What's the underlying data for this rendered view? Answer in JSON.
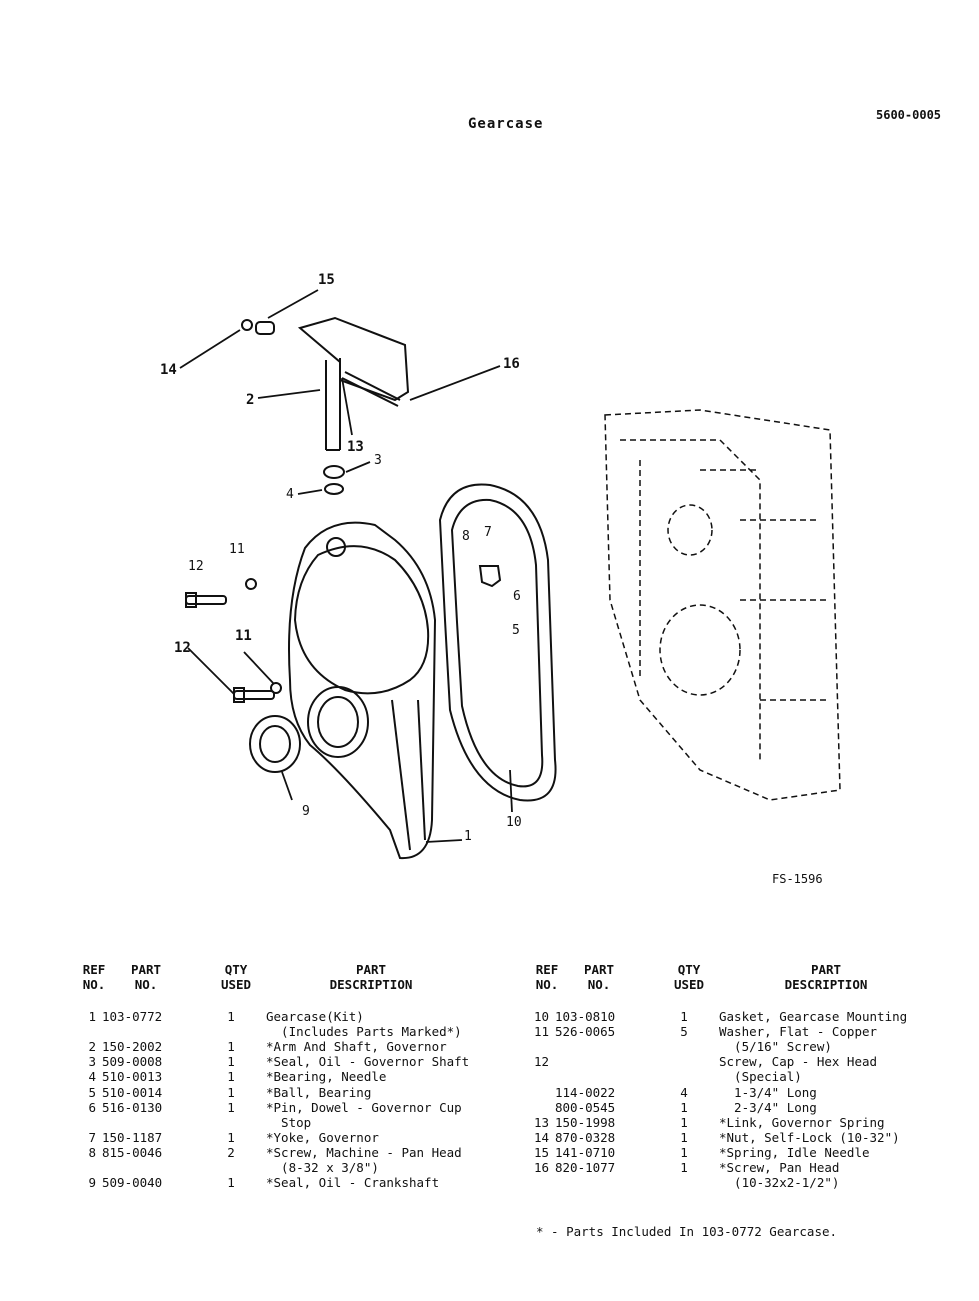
{
  "header": {
    "title": "Gearcase",
    "doc_number": "5600-0005"
  },
  "figure": {
    "number": "FS-1596",
    "callouts": [
      "15",
      "14",
      "2",
      "16",
      "13",
      "3",
      "4",
      "8",
      "7",
      "12",
      "11",
      "6",
      "5",
      "12",
      "11",
      "9",
      "10",
      "1"
    ]
  },
  "table_headers": {
    "ref": [
      "REF",
      "NO."
    ],
    "part": [
      "PART",
      "NO."
    ],
    "qty": [
      "QTY",
      "USED"
    ],
    "desc": [
      "PART",
      "DESCRIPTION"
    ]
  },
  "left_rows": [
    {
      "ref": "1",
      "part": "103-0772",
      "qty": "1",
      "desc": "Gearcase(Kit)"
    },
    {
      "ref": "",
      "part": "",
      "qty": "",
      "desc": "  (Includes Parts Marked*)"
    },
    {
      "ref": "2",
      "part": "150-2002",
      "qty": "1",
      "desc": "*Arm And Shaft, Governor"
    },
    {
      "ref": "3",
      "part": "509-0008",
      "qty": "1",
      "desc": "*Seal, Oil - Governor Shaft"
    },
    {
      "ref": "4",
      "part": "510-0013",
      "qty": "1",
      "desc": "*Bearing, Needle"
    },
    {
      "ref": "5",
      "part": "510-0014",
      "qty": "1",
      "desc": "*Ball, Bearing"
    },
    {
      "ref": "6",
      "part": "516-0130",
      "qty": "1",
      "desc": "*Pin, Dowel - Governor Cup"
    },
    {
      "ref": "",
      "part": "",
      "qty": "",
      "desc": "  Stop"
    },
    {
      "ref": "7",
      "part": "150-1187",
      "qty": "1",
      "desc": "*Yoke, Governor"
    },
    {
      "ref": "8",
      "part": "815-0046",
      "qty": "2",
      "desc": "*Screw, Machine - Pan Head"
    },
    {
      "ref": "",
      "part": "",
      "qty": "",
      "desc": "  (8-32 x 3/8\")"
    },
    {
      "ref": "9",
      "part": "509-0040",
      "qty": "1",
      "desc": "*Seal, Oil - Crankshaft"
    }
  ],
  "right_rows": [
    {
      "ref": "10",
      "part": "103-0810",
      "qty": "1",
      "desc": "Gasket, Gearcase Mounting"
    },
    {
      "ref": "11",
      "part": "526-0065",
      "qty": "5",
      "desc": "Washer, Flat - Copper"
    },
    {
      "ref": "",
      "part": "",
      "qty": "",
      "desc": "  (5/16\" Screw)"
    },
    {
      "ref": "12",
      "part": "",
      "qty": "",
      "desc": "Screw, Cap - Hex Head"
    },
    {
      "ref": "",
      "part": "",
      "qty": "",
      "desc": "  (Special)"
    },
    {
      "ref": "",
      "part": "114-0022",
      "qty": "4",
      "desc": "  1-3/4\" Long"
    },
    {
      "ref": "",
      "part": "800-0545",
      "qty": "1",
      "desc": "  2-3/4\" Long"
    },
    {
      "ref": "13",
      "part": "150-1998",
      "qty": "1",
      "desc": "*Link, Governor Spring"
    },
    {
      "ref": "14",
      "part": "870-0328",
      "qty": "1",
      "desc": "*Nut, Self-Lock (10-32\")"
    },
    {
      "ref": "15",
      "part": "141-0710",
      "qty": "1",
      "desc": "*Spring, Idle Needle"
    },
    {
      "ref": "16",
      "part": "820-1077",
      "qty": "1",
      "desc": "*Screw, Pan Head"
    },
    {
      "ref": "",
      "part": "",
      "qty": "",
      "desc": "  (10-32x2-1/2\")"
    }
  ],
  "footnote": "* - Parts Included In 103-0772 Gearcase."
}
